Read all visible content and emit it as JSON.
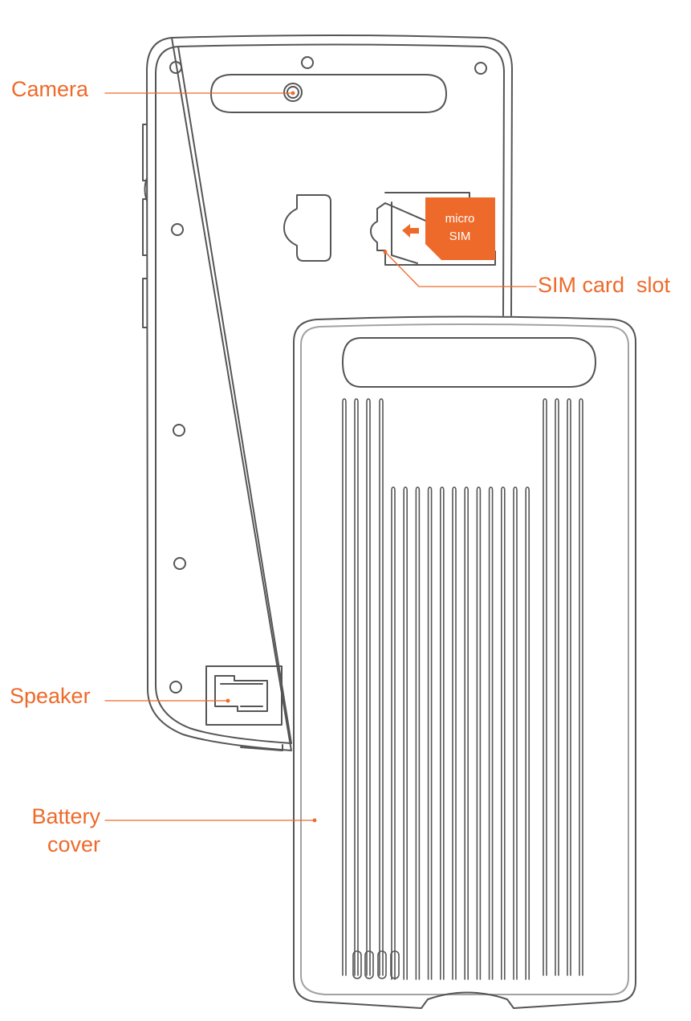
{
  "colors": {
    "accent": "#ee6a2a",
    "outline": "#555555",
    "background": "#ffffff"
  },
  "callouts": {
    "camera": "Camera",
    "sim_slot": "SIM card  slot",
    "speaker": "Speaker",
    "battery_line1": "Battery",
    "battery_line2": "cover"
  },
  "sim_card": {
    "line1": "micro",
    "line2": "SIM"
  },
  "icons": {
    "insert_arrow": "left-arrow-icon",
    "sim_card": "sim-card-icon",
    "screw_hole": "screw-hole-icon"
  }
}
